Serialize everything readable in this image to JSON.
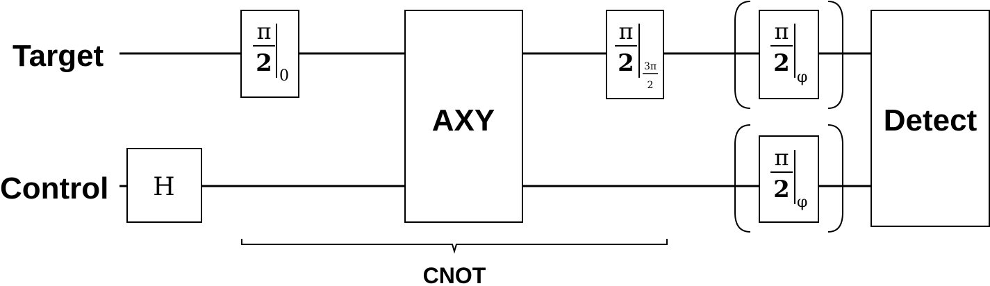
{
  "wires": {
    "target_label": "Target",
    "control_label": "Control"
  },
  "gates": {
    "target_pulse_1": {
      "num": "π",
      "den": "2",
      "phase": "0"
    },
    "hadamard": {
      "label": "H"
    },
    "axy": {
      "label": "AXY"
    },
    "target_pulse_2": {
      "num": "π",
      "den": "2",
      "phase_num": "3π",
      "phase_den": "2"
    },
    "target_pulse_3": {
      "num": "π",
      "den": "2",
      "phase": "φ"
    },
    "control_pulse": {
      "num": "π",
      "den": "2",
      "phase": "φ"
    },
    "detect": {
      "label": "Detect"
    }
  },
  "brace": {
    "label": "CNOT"
  }
}
